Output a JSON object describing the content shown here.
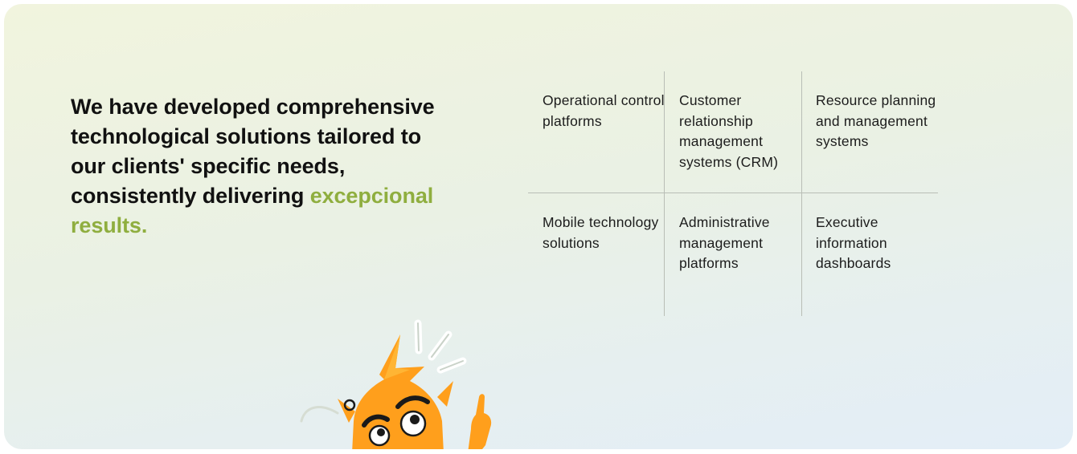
{
  "headline": {
    "text": "We have developed comprehensive technological solutions tailored to our clients' specific needs, consistently delivering ",
    "accent": "excepcional results."
  },
  "services": [
    {
      "label": "Operational control platforms"
    },
    {
      "label": "Customer relationship management systems (CRM)"
    },
    {
      "label": "Resource planning and management systems"
    },
    {
      "label": "Mobile technology solutions"
    },
    {
      "label": "Administrative management platforms"
    },
    {
      "label": "Executive information dashboards"
    }
  ],
  "colors": {
    "accent": "#8fae3f",
    "mascot_orange": "#ff9f1c",
    "text": "#111111"
  },
  "icons": {
    "mascot": "orange-flame-mascot-pointing-up"
  }
}
